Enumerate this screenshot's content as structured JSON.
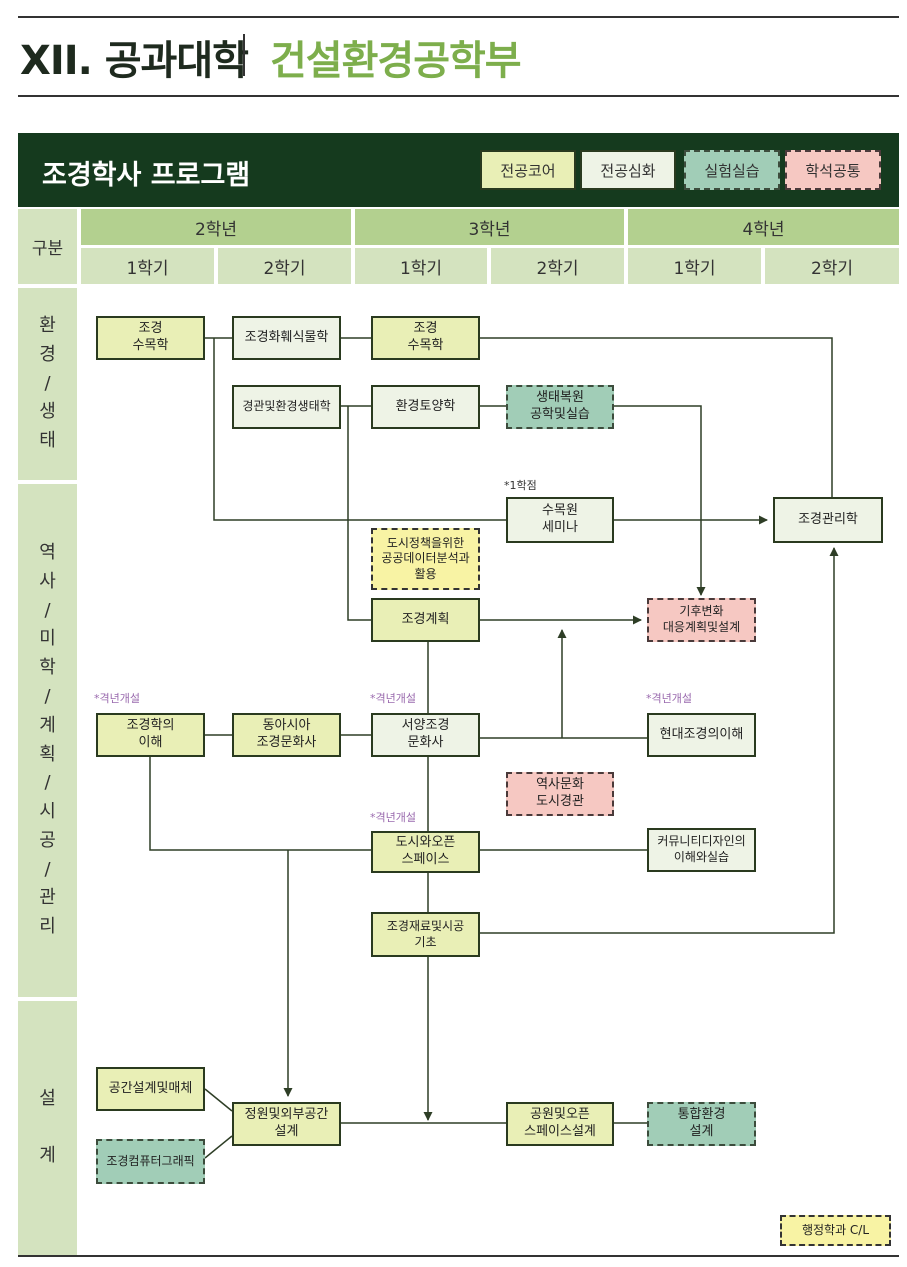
{
  "header": {
    "chapter": "XII. 공과대학",
    "department": "건설환경공학부"
  },
  "banner": {
    "title": "조경학사 프로그램",
    "legend": [
      {
        "label": "전공코어",
        "kind": "core"
      },
      {
        "label": "전공심화",
        "kind": "advanced"
      },
      {
        "label": "실험실습",
        "kind": "lab"
      },
      {
        "label": "학석공통",
        "kind": "joint"
      }
    ]
  },
  "grid": {
    "category_label": "구분",
    "years": [
      "2학년",
      "3학년",
      "4학년"
    ],
    "semesters": [
      "1학기",
      "2학기",
      "1학기",
      "2학기",
      "1학기",
      "2학기"
    ],
    "rows": [
      "환\n경\n/\n생\n태",
      "역\n사\n/\n미\n학\n/\n계\n획\n/\n시\n공\n/\n관\n리",
      "설\n\n계"
    ]
  },
  "courses": {
    "c1": "조경\n수목학",
    "c2": "조경화훼식물학",
    "c3": "조경\n수목학",
    "c4": "경관및환경생태학",
    "c5": "환경토양학",
    "c6": "생태복원\n공학및실습",
    "c7": "수목원\n세미나",
    "c8": "조경관리학",
    "c9": "도시정책을위한\n공공데이터분석과\n활용",
    "c10": "조경계획",
    "c11": "기후변화\n대응계획및설계",
    "c12": "조경학의\n이해",
    "c13": "동아시아\n조경문화사",
    "c14": "서양조경\n문화사",
    "c15": "현대조경의이해",
    "c16": "역사문화\n도시경관",
    "c17": "도시와오픈\n스페이스",
    "c18": "커뮤니티디자인의\n이해와실습",
    "c19": "조경재료및시공\n기초",
    "c20": "공간설계및매체",
    "c21": "조경컴퓨터그래픽",
    "c22": "정원및외부공간\n설계",
    "c23": "공원및오픈\n스페이스설계",
    "c24": "통합환경\n설계"
  },
  "notes": {
    "credit": "*1학점",
    "alt_year": "*격년개설"
  },
  "footer_legend": "행정학과 C/L",
  "colors": {
    "banner_bg": "#153a1e",
    "core": "#e9efb6",
    "advanced": "#eef3e6",
    "lab": "#a1cdb7",
    "joint": "#f6c8c2",
    "cl": "#f8f3a4",
    "header_dark": "#b3d08f",
    "header_light": "#d4e3bf",
    "accent": "#7dae4c"
  }
}
